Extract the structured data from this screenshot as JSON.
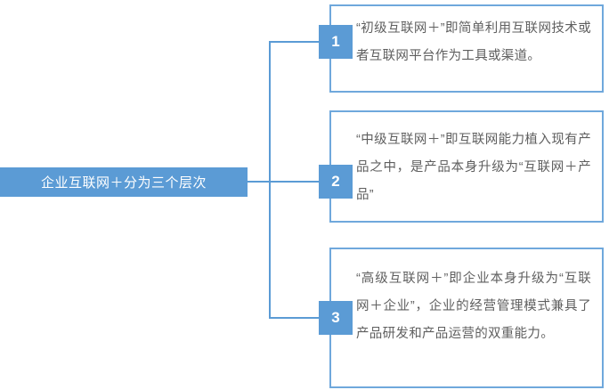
{
  "diagram": {
    "type": "mind-map-tree",
    "root": {
      "label": "企业互联网＋分为三个层次"
    },
    "accent_color": "#5B9BD5",
    "border_color": "#6FA8DC",
    "text_color": "#5F5F5F",
    "branches": [
      {
        "number": "1",
        "text": "“初级互联网＋”即简单利用互联网技术或者互联网平台作为工具或渠道。"
      },
      {
        "number": "2",
        "text": "“中级互联网＋”即互联网能力植入现有产品之中，是产品本身升级为“互联网＋产品”"
      },
      {
        "number": "3",
        "text": "“高级互联网＋”即企业本身升级为“互联网＋企业”，企业的经营管理模式兼具了产品研发和产品运营的双重能力。"
      }
    ]
  }
}
